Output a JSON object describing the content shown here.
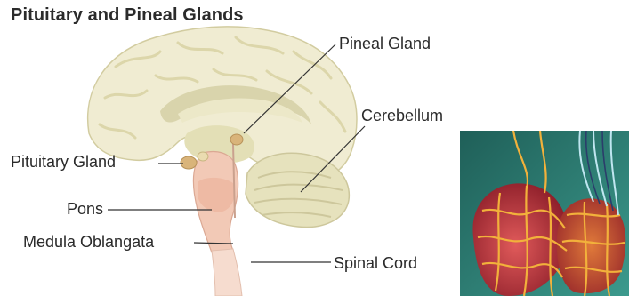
{
  "title": "Pituitary and Pineal Glands",
  "labels": {
    "pineal": "Pineal Gland",
    "cerebellum": "Cerebellum",
    "pituitary": "Pituitary Gland",
    "pons": "Pons",
    "medula": "Medula Oblangata",
    "spinal": "Spinal Cord"
  },
  "colors": {
    "brain_fill": "#f0ecd2",
    "brain_shade": "#d9d4ac",
    "cerebellum_fill": "#e6e2bd",
    "brainstem_fill": "#f2c9b6",
    "spinal_cord_fill": "#f6dccf",
    "gland": "#d9b47a",
    "leader_line": "#333333",
    "inset_background": "#2e7d73",
    "inset_tissue": "#b23a3a",
    "inset_vessels": "#f2b13b"
  }
}
